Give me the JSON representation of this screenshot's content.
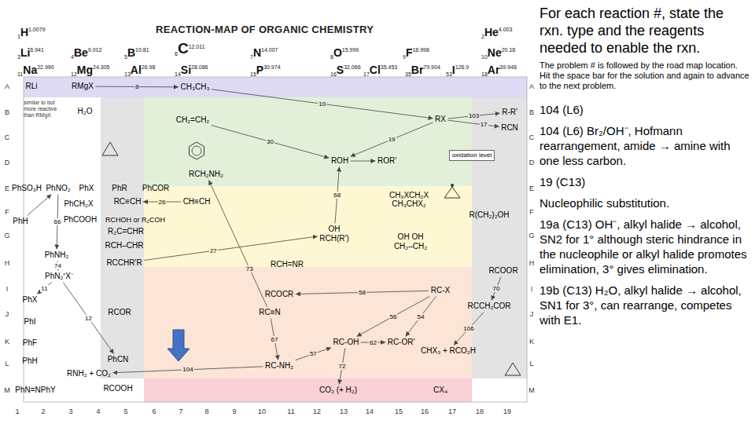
{
  "diagram": {
    "title": "REACTION-MAP OF ORGANIC CHEMISTRY",
    "nodes": [
      {
        "text": [
          "RLi"
        ]
      },
      {
        "text": [
          "RMgX"
        ]
      },
      {
        "text": [
          "CH₃CH₃"
        ]
      },
      {
        "text": [
          "H₂O"
        ]
      },
      {
        "text": [
          "CH₂=CH₂"
        ]
      },
      {
        "text": [
          "RX"
        ]
      },
      {
        "text": [
          "R-R'"
        ]
      },
      {
        "text": [
          "RCN"
        ]
      },
      {
        "text": [
          "ROH"
        ]
      },
      {
        "text": [
          "ROR'"
        ]
      },
      {
        "text": [
          "oxidation level"
        ]
      },
      {
        "text": [
          "RCH₂NH₂"
        ]
      },
      {
        "text": [
          "PhSO₃H"
        ]
      },
      {
        "text": [
          "PhNO₂"
        ]
      },
      {
        "text": [
          "PhX"
        ]
      },
      {
        "text": [
          "PhR"
        ]
      },
      {
        "text": [
          "PhCOR"
        ]
      },
      {
        "text": [
          "RC≡CH"
        ]
      },
      {
        "text": [
          "CH≡CH"
        ]
      },
      {
        "text": [
          "CH₃XCH₂X CH₃CHX₂"
        ]
      },
      {
        "text": [
          "PhCH₂X"
        ]
      },
      {
        "text": [
          "R(CH₂)₂OH"
        ]
      },
      {
        "text": [
          "PhH"
        ]
      },
      {
        "text": [
          "PhCOOH"
        ]
      },
      {
        "text": [
          "RCHOH or R₂COH"
        ]
      },
      {
        "text": [
          "R₂C=CHR"
        ]
      },
      {
        "text": [
          "OH",
          "RCH(R')"
        ]
      },
      {
        "text": [
          "RCH–CHR"
        ]
      },
      {
        "text": [
          "OH OH",
          "CH₂–CH₂"
        ]
      },
      {
        "text": [
          "PhNH₂"
        ]
      },
      {
        "text": [
          "RCCHR'R"
        ]
      },
      {
        "text": [
          "RCH=NR"
        ]
      },
      {
        "text": [
          "PhN₂⁺X⁻"
        ]
      },
      {
        "text": [
          "RCOOR"
        ]
      },
      {
        "text": [
          "RCOCR"
        ]
      },
      {
        "text": [
          "RC-X"
        ]
      },
      {
        "text": [
          "PhX"
        ]
      },
      {
        "text": [
          "RCOR"
        ]
      },
      {
        "text": [
          "RC≡N"
        ]
      },
      {
        "text": [
          "RCCH₂COR"
        ]
      },
      {
        "text": [
          "PhI"
        ]
      },
      {
        "text": [
          "RC-OH"
        ]
      },
      {
        "text": [
          "RC-OR'"
        ]
      },
      {
        "text": [
          "PhF"
        ]
      },
      {
        "text": [
          "PhH"
        ]
      },
      {
        "text": [
          "PhCN"
        ]
      },
      {
        "text": [
          "RC-NH₂"
        ]
      },
      {
        "text": [
          "CHX₃ + RCO₂H"
        ]
      },
      {
        "text": [
          "RNH₂ + CO₂"
        ]
      },
      {
        "text": [
          "PhN=NPhY"
        ]
      },
      {
        "text": [
          "RCOOH"
        ]
      },
      {
        "text": [
          "CO₂ (+ H₂)"
        ]
      },
      {
        "text": [
          "CX₄"
        ]
      }
    ],
    "edges": [
      {
        "from": 1,
        "to": 2,
        "label": "8",
        "arrow": "to"
      },
      {
        "from": 2,
        "to": 5,
        "label": "10",
        "arrow": "to"
      },
      {
        "from": 5,
        "to": 6,
        "label": "103",
        "arrow": "to"
      },
      {
        "from": 5,
        "to": 7,
        "label": "17",
        "arrow": "to"
      },
      {
        "from": 5,
        "to": 8,
        "label": "19",
        "arrow": "to"
      },
      {
        "from": 4,
        "to": 8,
        "label": "30",
        "arrow": "to"
      },
      {
        "from": 8,
        "to": 9,
        "arrow": "to"
      },
      {
        "from": 18,
        "to": 17,
        "label": "26",
        "arrow": "to"
      },
      {
        "from": 26,
        "to": 8,
        "label": "68",
        "arrow": "to"
      },
      {
        "from": 30,
        "to": 26,
        "label": "27",
        "arrow": "to"
      },
      {
        "from": 38,
        "to": 11,
        "label": "73",
        "arrow": "to"
      },
      {
        "from": 38,
        "to": 46,
        "label": "67",
        "arrow": "to"
      },
      {
        "from": 46,
        "to": 48,
        "label": "104",
        "arrow": "to"
      },
      {
        "from": 46,
        "to": 41,
        "label": "57",
        "arrow": "to"
      },
      {
        "from": 41,
        "to": 42,
        "label": "62",
        "arrow": "to"
      },
      {
        "from": 35,
        "to": 41,
        "label": "56",
        "arrow": "to"
      },
      {
        "from": 35,
        "to": 42,
        "label": "54",
        "arrow": "to"
      },
      {
        "from": 35,
        "to": 34,
        "label": "58",
        "arrow": "to"
      },
      {
        "from": 39,
        "to": 47,
        "label": "106",
        "arrow": "to"
      },
      {
        "from": 41,
        "to": 51,
        "label": "72",
        "arrow": "to"
      },
      {
        "from": 33,
        "to": 39,
        "label": "70",
        "arrow": "to"
      },
      {
        "from": 29,
        "to": 32,
        "label": "74",
        "arrow": "to"
      },
      {
        "from": 32,
        "to": 36,
        "label": "11",
        "arrow": "to"
      },
      {
        "from": 32,
        "to": 45,
        "label": "12",
        "arrow": "to"
      },
      {
        "from": 13,
        "to": 29,
        "label": "66",
        "arrow": "to"
      },
      {
        "from": 22,
        "to": 13,
        "arrow": "to"
      }
    ],
    "labels": [
      "1",
      "H",
      "1.0079",
      "2",
      "He",
      "4.003",
      "3",
      "Li",
      "6.941",
      "4",
      "Be",
      "9.012",
      "5",
      "B",
      "10.81",
      "6",
      "C",
      "12.011",
      "7",
      "N",
      "14.007",
      "8",
      "O",
      "15.999",
      "9",
      "F",
      "18.998",
      "10",
      "Ne",
      "20.18",
      "11",
      "Na",
      "22.990",
      "12",
      "Mg",
      "24.305",
      "13",
      "Al",
      "26.98",
      "14",
      "Si",
      "28.086",
      "15",
      "P",
      "30.974",
      "16",
      "S",
      "32.066",
      "17",
      "Cl",
      "35.453",
      "35",
      "Br",
      "79.904",
      "53",
      "I",
      "126.9",
      "18",
      "Ar",
      "39.948",
      "A",
      "B",
      "C",
      "D",
      "E",
      "F",
      "G",
      "H",
      "I",
      "J",
      "K",
      "L",
      "M",
      "A",
      "B",
      "C",
      "D",
      "E",
      "F",
      "G",
      "H",
      "I",
      "J",
      "K",
      "L",
      "M",
      "1",
      "2",
      "3",
      "4",
      "5",
      "6",
      "7",
      "8",
      "9",
      "10",
      "11",
      "12",
      "13",
      "14",
      "15",
      "16",
      "17",
      "18",
      "19",
      "similar to but more reactive than RMgX",
      "For each reaction #, state the rxn. type and the reagents needed to enable the rxn.",
      "The problem # is followed by the road map location. Hit the space bar for the solution and again to advance to the next problem.",
      "104 (L6)",
      "104 (L6) Br₂/OH⁻, Hofmann rearrangement, amide → amine with one less carbon.",
      "19 (C13)",
      "Nucleophilic substitution.",
      "19a (C13) OH⁻, alkyl halide → alcohol, SN2 for 1° although steric hindrance in the nucleophile or alkyl halide promotes elimination, 3° gives elimination.",
      "19b (C13) H₂O, alkyl halide → alcohol, SN1 for 3°, can rearrange, competes with E1."
    ]
  }
}
